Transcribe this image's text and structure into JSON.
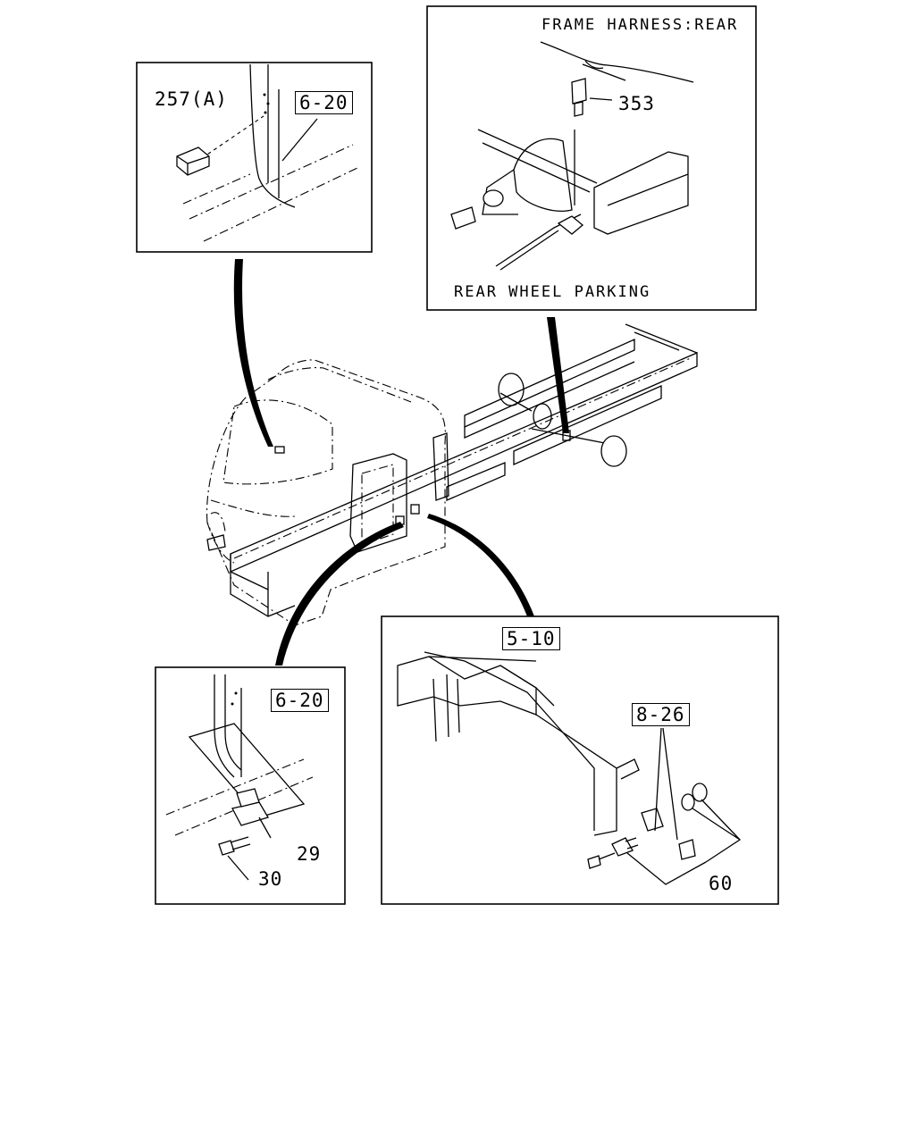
{
  "callouts": {
    "top_left": {
      "part": "257(A)",
      "ref": "6-20"
    },
    "top_right": {
      "caption_top": "FRAME HARNESS:REAR",
      "part": "353",
      "caption_bottom": "REAR WHEEL PARKING"
    },
    "bottom_left": {
      "ref": "6-20",
      "part_a": "29",
      "part_b": "30"
    },
    "bottom_right": {
      "ref_a": "5-10",
      "ref_b": "8-26",
      "part": "60"
    }
  }
}
